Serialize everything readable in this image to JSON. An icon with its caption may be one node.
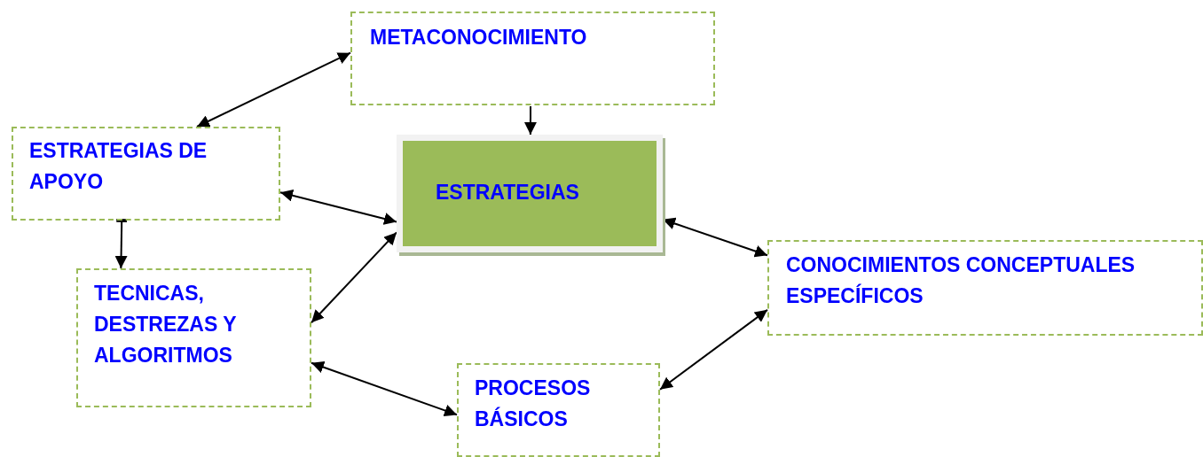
{
  "diagram": {
    "nodes": [
      {
        "text": [
          "METACONOCIMIENTO"
        ]
      },
      {
        "text": [
          "ESTRATEGIAS DE APOYO"
        ]
      },
      {
        "text": [
          "ESTRATEGIAS"
        ]
      },
      {
        "text": [
          "TECNICAS, DESTREZAS Y ALGORITMOS"
        ]
      },
      {
        "text": [
          "CONOCIMIENTOS CONCEPTUALES ESPECÍFICOS"
        ]
      },
      {
        "text": [
          "PROCESOS BÁSICOS"
        ]
      }
    ],
    "edges": [
      {
        "from": 0,
        "to": 1,
        "arrow": "both"
      },
      {
        "from": 0,
        "to": 2,
        "arrow": "to"
      },
      {
        "from": 1,
        "to": 2,
        "arrow": "both"
      },
      {
        "from": 3,
        "to": 2,
        "arrow": "both"
      },
      {
        "from": 2,
        "to": 4,
        "arrow": "both"
      },
      {
        "from": 5,
        "to": 4,
        "arrow": "both"
      },
      {
        "from": 1,
        "to": 3,
        "arrow": "to"
      },
      {
        "from": 3,
        "to": 5,
        "arrow": "both"
      }
    ]
  }
}
